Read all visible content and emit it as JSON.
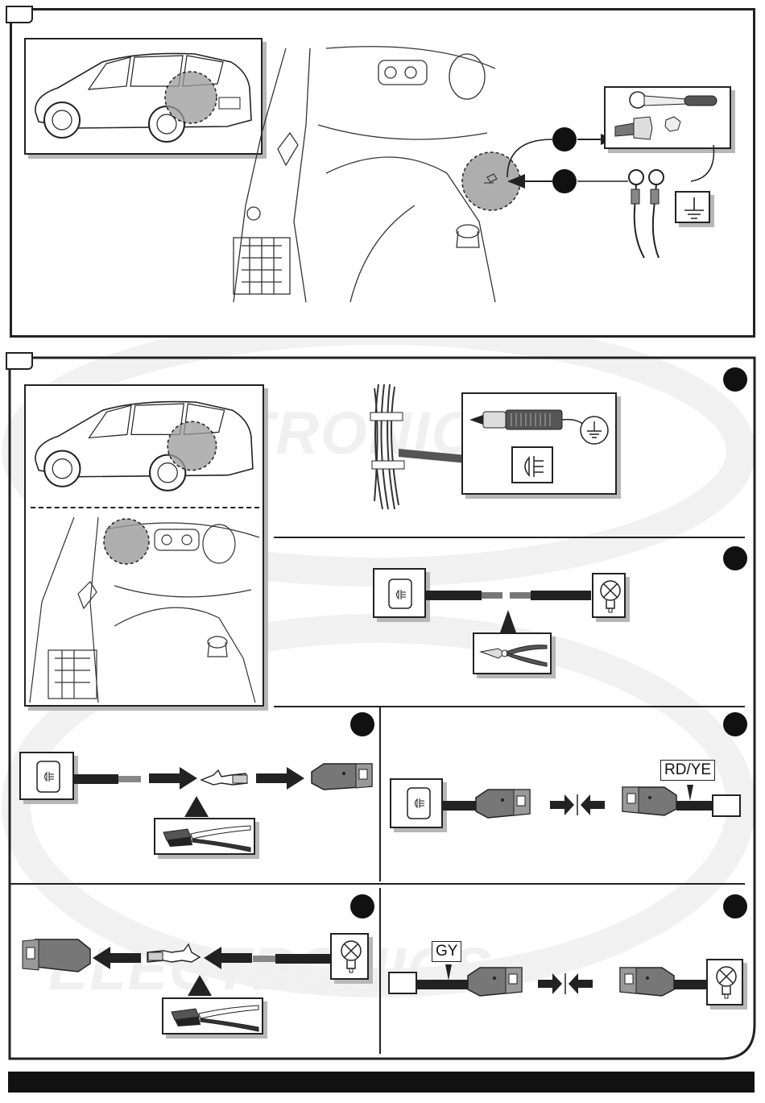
{
  "labels": {
    "wire_color_1": "RD/YE",
    "wire_color_2": "GY"
  },
  "watermark_text": "ELECTRONICS",
  "colors": {
    "line": "#222222",
    "shading": "#9a9a9a",
    "badge": "#111111",
    "watermark": "#f2f2f2"
  },
  "icons": [
    "car-icon",
    "ground-icon",
    "bolt-icon",
    "ratchet-icon",
    "ring-terminal-icon",
    "test-lamp-icon",
    "rear-fog-light-icon",
    "bulb-icon",
    "cutting-pliers-icon",
    "crimping-tool-icon",
    "terminal-icon",
    "connector-icon",
    "arrow-icon"
  ]
}
